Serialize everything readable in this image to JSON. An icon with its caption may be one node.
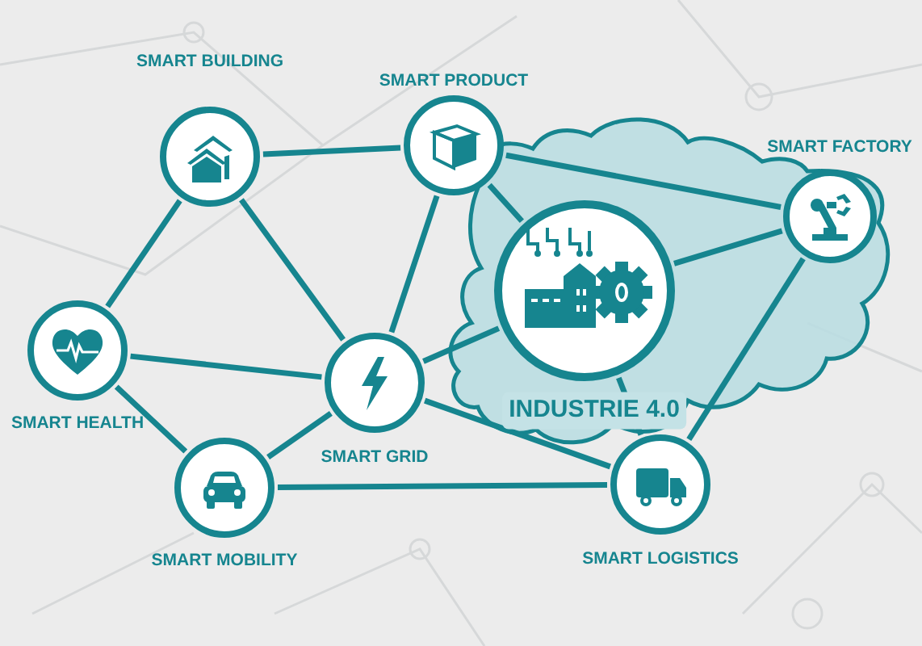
{
  "diagram": {
    "nodes": [
      {
        "text": [
          "SMART BUILDING"
        ]
      },
      {
        "text": [
          "SMART PRODUCT"
        ]
      },
      {
        "text": [
          "SMART FACTORY"
        ]
      },
      {
        "text": [
          "SMART HEALTH"
        ]
      },
      {
        "text": [
          "SMART GRID"
        ]
      },
      {
        "text": [
          "INDUSTRIE 4.0"
        ]
      },
      {
        "text": [
          "SMART MOBILITY"
        ]
      },
      {
        "text": [
          "SMART LOGISTICS"
        ]
      }
    ],
    "edges": [
      {
        "from": 0,
        "to": 1,
        "arrow": "none"
      },
      {
        "from": 0,
        "to": 3,
        "arrow": "none"
      },
      {
        "from": 0,
        "to": 4,
        "arrow": "none"
      },
      {
        "from": 3,
        "to": 4,
        "arrow": "none"
      },
      {
        "from": 3,
        "to": 6,
        "arrow": "none"
      },
      {
        "from": 6,
        "to": 4,
        "arrow": "none"
      },
      {
        "from": 6,
        "to": 7,
        "arrow": "none"
      },
      {
        "from": 4,
        "to": 1,
        "arrow": "none"
      },
      {
        "from": 4,
        "to": 5,
        "arrow": "none"
      },
      {
        "from": 4,
        "to": 7,
        "arrow": "none"
      },
      {
        "from": 1,
        "to": 2,
        "arrow": "none"
      },
      {
        "from": 1,
        "to": 5,
        "arrow": "none"
      },
      {
        "from": 5,
        "to": 2,
        "arrow": "none"
      },
      {
        "from": 2,
        "to": 7,
        "arrow": "none"
      },
      {
        "from": 5,
        "to": 7,
        "arrow": "none"
      }
    ]
  }
}
